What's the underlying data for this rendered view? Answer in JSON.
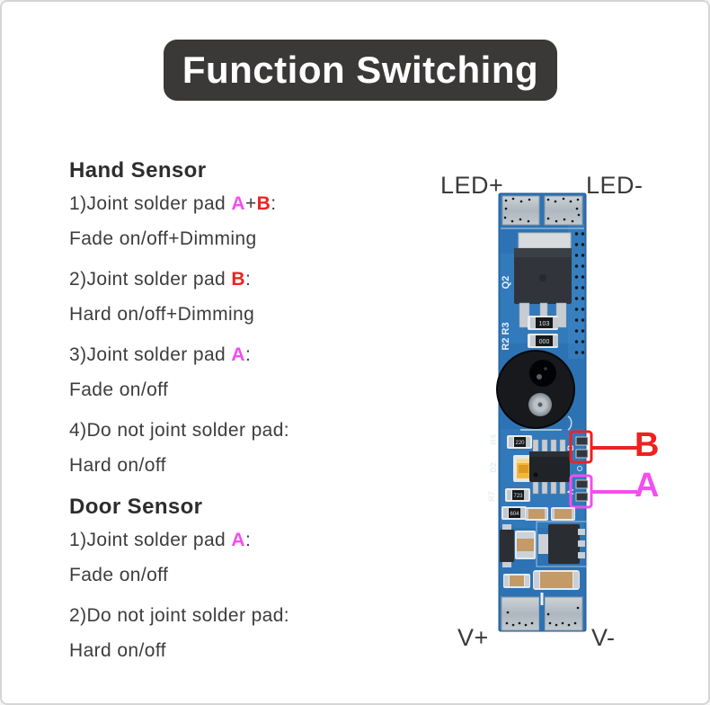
{
  "card": {
    "bg": "#ffffff",
    "border": "#d6d6d6"
  },
  "title": {
    "text": "Function Switching",
    "bg": "#3b3838",
    "color": "#ffffff"
  },
  "colors": {
    "pad_a": "#f44df1",
    "pad_b": "#ee2121",
    "body_text": "#3d3d3d"
  },
  "instructions": {
    "sections": [
      {
        "heading": "Hand Sensor",
        "items": [
          {
            "label": [
              {
                "t": "1)Joint solder pad "
              },
              {
                "t": "A",
                "c": "pad_a"
              },
              {
                "t": "+"
              },
              {
                "t": "B",
                "c": "pad_b"
              },
              {
                "t": ":"
              }
            ],
            "result": "Fade on/off+Dimming"
          },
          {
            "label": [
              {
                "t": "2)Joint solder pad "
              },
              {
                "t": "B",
                "c": "pad_b"
              },
              {
                "t": ":"
              }
            ],
            "result": "Hard on/off+Dimming"
          },
          {
            "label": [
              {
                "t": "3)Joint solder pad "
              },
              {
                "t": "A",
                "c": "pad_a"
              },
              {
                "t": ":"
              }
            ],
            "result": "Fade on/off"
          },
          {
            "label": [
              {
                "t": "4)Do not joint solder pad:"
              }
            ],
            "result": "Hard on/off"
          }
        ]
      },
      {
        "heading": "Door Sensor",
        "items": [
          {
            "label": [
              {
                "t": "1)Joint solder pad "
              },
              {
                "t": "A",
                "c": "pad_a"
              },
              {
                "t": ":"
              }
            ],
            "result": "Fade on/off"
          },
          {
            "label": [
              {
                "t": "2)Do not joint solder pad:"
              }
            ],
            "result": "Hard on/off"
          }
        ]
      }
    ]
  },
  "pcb": {
    "terminals": {
      "top_left": "LED+",
      "top_right": "LED-",
      "bottom_left": "V+",
      "bottom_right": "V-"
    },
    "callouts": {
      "b": {
        "label": "B",
        "color": "#ee2121"
      },
      "a": {
        "label": "A",
        "color": "#f44df1"
      }
    },
    "silkscreen": {
      "q2": "Q2",
      "r2r3": "R2 R3",
      "r4": "R4",
      "d2": "D2",
      "r7": "R7",
      "res1": "103",
      "res2": "000",
      "res3": "220",
      "res4": "723",
      "res5": "604",
      "pad_b": "B",
      "pad_a": "A"
    }
  }
}
